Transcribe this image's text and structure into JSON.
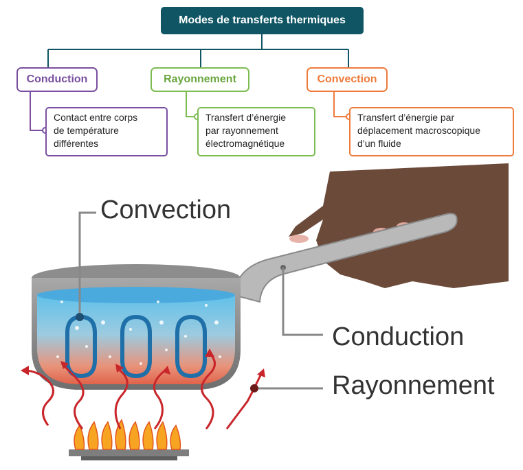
{
  "title": "Modes de transferts thermiques",
  "modes": [
    {
      "label": "Conduction",
      "color": "#7a4fa0",
      "description": [
        "Contact entre corps",
        "de température",
        "différentes"
      ]
    },
    {
      "label": "Rayonnement",
      "color": "#7cbc52",
      "description": [
        "Transfert d’énergie",
        "par rayonnement",
        "électromagnétique"
      ]
    },
    {
      "label": "Convection",
      "color": "#ee7b3b",
      "description": [
        "Transfert d’énergie par",
        "déplacement macroscopique",
        "d’un fluide"
      ]
    }
  ],
  "illustration": {
    "labels": {
      "convection": "Convection",
      "conduction": "Conduction",
      "rayonnement": "Rayonnement"
    }
  }
}
